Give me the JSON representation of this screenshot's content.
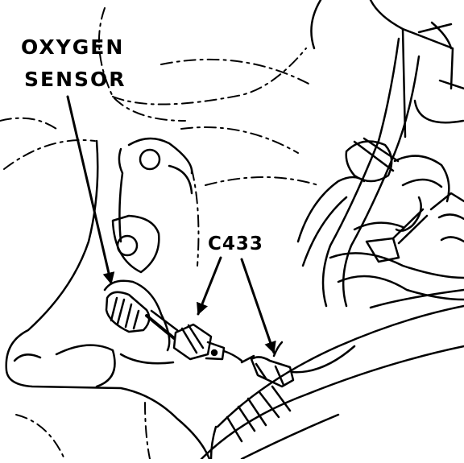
{
  "labels": {
    "oxygen": "OXYGEN",
    "sensor": "SENSOR",
    "connector": "C433"
  },
  "colors": {
    "ink": "#000000",
    "paper": "#ffffff"
  }
}
